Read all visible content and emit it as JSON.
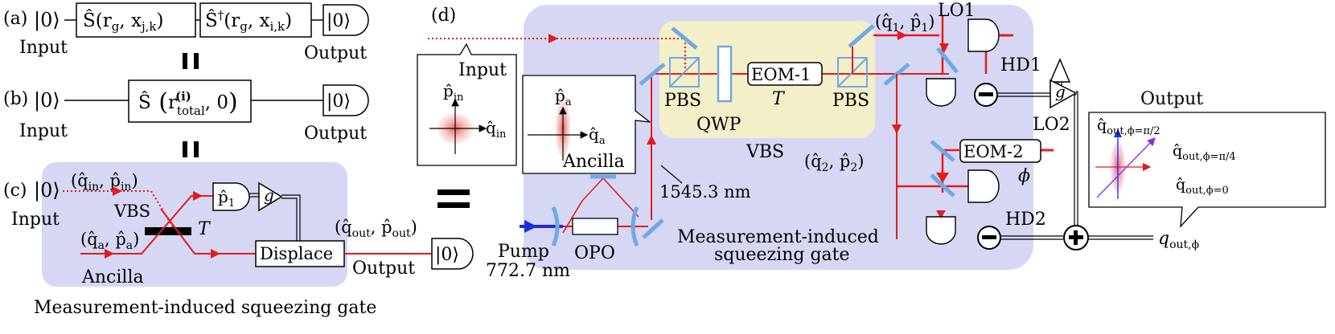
{
  "colors": {
    "optics_panel_bg": "#d6d7f5",
    "vbs_bg": "#f3efc8",
    "beam_red": "#e41b1b",
    "pump_blue": "#1a2ee0",
    "optic_blue": "#6fa8e6",
    "label_green": "#1a8f1a",
    "axis_blue": "#1a2ee0",
    "axis_purple": "#8a2be2",
    "axis_red": "#e41b1b"
  },
  "panel_a": {
    "tag": "(a)",
    "ket_in": "|0⟩",
    "gate1": "Ŝ(r",
    "gate1_sub": "g",
    "gate1_mid": ", x",
    "gate1_sub2": "j,k",
    "gate1_end": ")",
    "gate2": "Ŝ",
    "gate2_sup": "†",
    "gate2_mid": "(r",
    "gate2_sub": "g",
    "gate2_mid2": ", x",
    "gate2_sub2": "i,k",
    "gate2_end": ")",
    "meas": "|0⟩",
    "input_label": "Input",
    "output_label": "Output"
  },
  "panel_b": {
    "tag": "(b)",
    "ket_in": "|0⟩",
    "gate": "Ŝ",
    "gate_r": "r",
    "gate_sup": "(i)",
    "gate_sub": "total",
    "gate_tail": ", 0",
    "meas": "|0⟩",
    "input_label": "Input",
    "output_label": "Output"
  },
  "panel_c": {
    "tag": "(c)",
    "ket_in": "|0⟩",
    "input_label": "Input",
    "in_quad": "(q̂",
    "in_quad_sub1": "in",
    "in_quad_mid": ", p̂",
    "in_quad_sub2": "in",
    "in_quad_end": ")",
    "vbs": "VBS",
    "T": "T",
    "anc_quad": "(q̂",
    "anc_quad_sub1": "a",
    "anc_quad_mid": ", p̂",
    "anc_quad_sub2": "a",
    "anc_quad_end": ")",
    "ancilla_label": "Ancilla",
    "p1": "p̂",
    "p1_sub": "1",
    "gain": "g",
    "displace": "Displace",
    "out_quad": "(q̂",
    "out_quad_sub1": "out",
    "out_quad_mid": ", p̂",
    "out_quad_sub2": "out",
    "out_quad_end": ")",
    "output_label": "Output",
    "meas": "|0⟩",
    "caption": "Measurement-induced squeezing gate"
  },
  "panel_d": {
    "tag": "(d)",
    "input_label": "Input",
    "p_in": "p̂",
    "p_in_sub": "in",
    "q_in": "q̂",
    "q_in_sub": "in",
    "p_a": "p̂",
    "p_a_sub": "a",
    "q_a": "q̂",
    "q_a_sub": "a",
    "ancilla_label": "Ancilla",
    "pbs1": "PBS",
    "pbs2": "PBS",
    "qwp": "QWP",
    "eom1": "EOM-1",
    "T": "T",
    "vbs": "VBS",
    "wavelength_sig": "1545.3 nm",
    "pump_label": "Pump",
    "pump_wavelength": "772.7 nm",
    "opo": "OPO",
    "q1p1": "(q̂",
    "q1p1_sub1": "1",
    "q1p1_mid": ", p̂",
    "q1p1_sub2": "1",
    "q1p1_end": ")",
    "q2p2": "(q̂",
    "q2p2_sub1": "2",
    "q2p2_mid": ", p̂",
    "q2p2_sub2": "2",
    "q2p2_end": ")",
    "lo1": "LO1",
    "lo2": "LO2",
    "hd1": "HD1",
    "hd2": "HD2",
    "eom2": "EOM-2",
    "phi": "ϕ",
    "gain": "g",
    "minus": "−",
    "plus": "+",
    "q_out": "q",
    "q_out_sub": "out,ϕ",
    "gate_caption_1": "Measurement-induced",
    "gate_caption_2": "squeezing gate",
    "output_title": "Output",
    "out_axis_1": "q̂",
    "out_axis_1_sub": "out,ϕ=π/2",
    "out_axis_2": "q̂",
    "out_axis_2_sub": "out,ϕ=π/4",
    "out_axis_3": "q̂",
    "out_axis_3_sub": "out,ϕ=0"
  },
  "equals_sign": "="
}
